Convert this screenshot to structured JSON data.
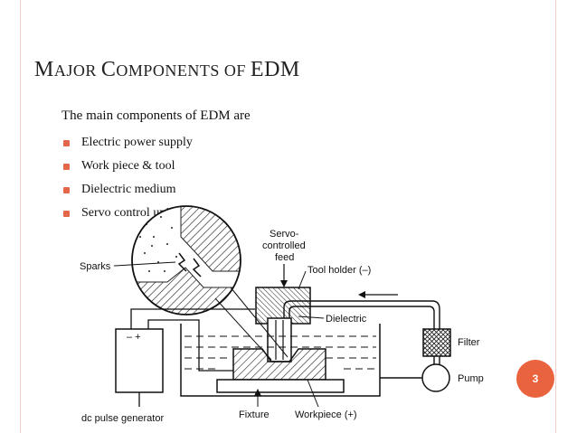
{
  "slide": {
    "title_parts": [
      {
        "text": "M",
        "size": "big"
      },
      {
        "text": "AJOR ",
        "size": "small"
      },
      {
        "text": "C",
        "size": "big"
      },
      {
        "text": "OMPONENTS ",
        "size": "small"
      },
      {
        "text": "OF ",
        "size": "small"
      },
      {
        "text": "EDM",
        "size": "big"
      }
    ],
    "intro": "The main components of EDM are",
    "bullets": [
      "Electric power supply",
      "Work piece & tool",
      "Dielectric medium",
      "Servo control unit."
    ],
    "page_number": "3",
    "accent_color": "#e9643e",
    "frame_color": "#f1cfc5"
  },
  "diagram": {
    "labels": {
      "servo_1": "Servo-",
      "servo_2": "controlled",
      "servo_3": "feed",
      "tool_holder": "Tool holder (–)",
      "sparks": "Sparks",
      "dielectric": "Dielectric",
      "filter": "Filter",
      "pump": "Pump",
      "power_terminals": "–  +",
      "dc_generator": "dc pulse generator",
      "fixture": "Fixture",
      "workpiece": "Workpiece (+)"
    }
  }
}
